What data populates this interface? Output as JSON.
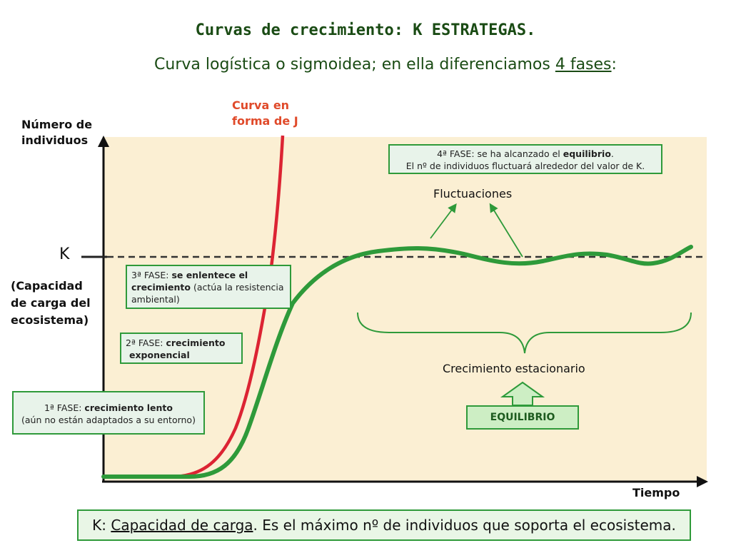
{
  "title": "Curvas de crecimiento: K ESTRATEGAS.",
  "subtitle": {
    "pre": "Curva logística o sigmoidea; en ella diferenciamos ",
    "underlined": "4 fases",
    "post": ":"
  },
  "labels": {
    "y_axis_line1": "Número de",
    "y_axis_line2": "individuos",
    "x_axis": "Tiempo",
    "j_curve_line1": "Curva en",
    "j_curve_line2": "forma de J",
    "k": "K",
    "capacity_line1": "(Capacidad",
    "capacity_line2": "de carga del",
    "capacity_line3": "ecosistema)",
    "fluctuations": "Fluctuaciones",
    "stationary": "Crecimiento estacionario",
    "equilibrium": "EQUILIBRIO"
  },
  "phases": {
    "p1": {
      "pre": "1ª FASE: ",
      "bold": "crecimiento lento",
      "line2": "(aún no están adaptados a su entorno)"
    },
    "p2": {
      "pre": "2ª FASE: ",
      "bold1": "crecimiento",
      "bold2": "exponencial"
    },
    "p3": {
      "pre": "3ª FASE: ",
      "bold1": "se enlentece el",
      "bold2": "crecimiento",
      "rest": " (actúa la resistencia",
      "line3": "ambiental)"
    },
    "p4": {
      "pre": "4ª FASE: se ha alcanzado el ",
      "bold": "equilibrio",
      "post": ".",
      "line2": "El nº de individuos fluctuará alrededor del valor de K."
    }
  },
  "footer": {
    "pre": "K: ",
    "underlined": "Capacidad de carga",
    "post": ". Es el máximo nº de individuos que soporta el ecosistema."
  },
  "colors": {
    "panel": "#fbefd3",
    "logistic_curve": "#2e9a3a",
    "j_curve": "#dc2433",
    "k_line": "#333333",
    "box_border": "#2f9a3a"
  }
}
